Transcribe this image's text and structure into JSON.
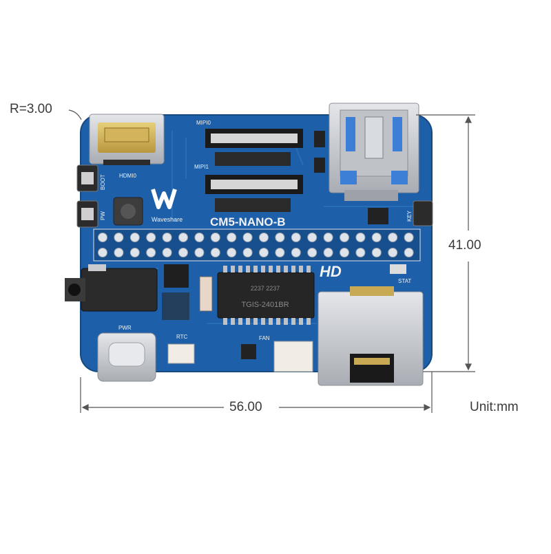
{
  "dimensions": {
    "corner_radius": "R=3.00",
    "height": "41.00",
    "width": "56.00",
    "unit": "Unit:mm"
  },
  "board": {
    "model": "CM5-NANO-B",
    "brand": "Waveshare",
    "hd_mark": "HD",
    "silkscreen": {
      "mipi0": "MIPI0",
      "mipi1": "MIPI1",
      "hdmi0": "HDMI0",
      "boot": "BOOT",
      "pw": "PW",
      "pwr": "PWR",
      "rtc": "RTC",
      "fan": "FAN",
      "stat": "STAT",
      "key": "KEY",
      "chip_line1": "2237 2237",
      "chip_line2": "TGIS-2401BR"
    }
  },
  "colors": {
    "pcb": "#1d5fa8",
    "pcb_light": "#2a72bd",
    "metal": "#c9cbcf",
    "usb_blue": "#3d7fd6",
    "header_pin": "#dfe3ea",
    "dimension_line": "#555555"
  }
}
